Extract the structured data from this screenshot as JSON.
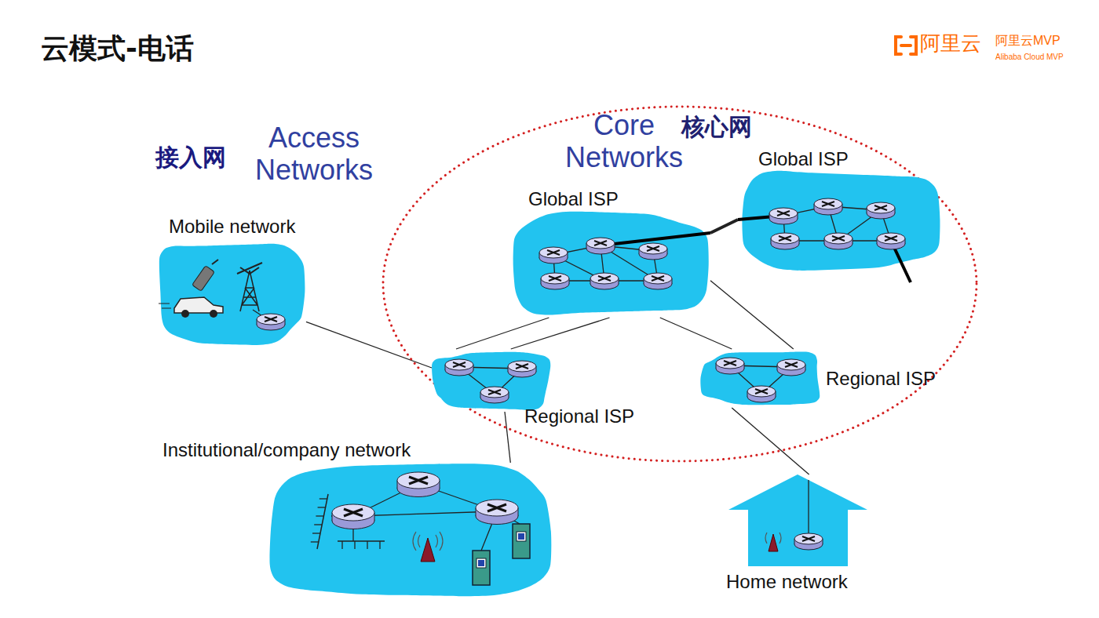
{
  "diagram": {
    "title": "云模式-电话",
    "nodes": [
      {
        "text": [
          "Core Networks",
          "核心网"
        ]
      },
      {
        "text": [
          "Global ISP"
        ],
        "in": 0
      },
      {
        "text": [
          "Global ISP"
        ],
        "in": 0
      },
      {
        "text": [
          "Mobile network"
        ]
      },
      {
        "text": [
          "Regional ISP"
        ],
        "in": 0
      },
      {
        "text": [
          "Regional ISP"
        ],
        "in": 0
      },
      {
        "text": [
          "Institutional/company network"
        ]
      },
      {
        "text": [
          "Home network"
        ]
      }
    ],
    "edges": [
      {
        "from": 3,
        "to": 4,
        "arrow": "none"
      },
      {
        "from": 4,
        "to": 1,
        "arrow": "none"
      },
      {
        "from": 4,
        "to": 1,
        "arrow": "none"
      },
      {
        "from": 1,
        "to": 5,
        "arrow": "none"
      },
      {
        "from": 1,
        "to": 5,
        "arrow": "none"
      },
      {
        "from": 1,
        "to": 2,
        "arrow": "none"
      },
      {
        "from": 4,
        "to": 6,
        "arrow": "none"
      },
      {
        "from": 5,
        "to": 7,
        "arrow": "none"
      }
    ],
    "labels": [
      "接入网",
      "Access Networks",
      "阿里云",
      "阿里云MVP",
      "Alibaba Cloud MVP"
    ]
  }
}
